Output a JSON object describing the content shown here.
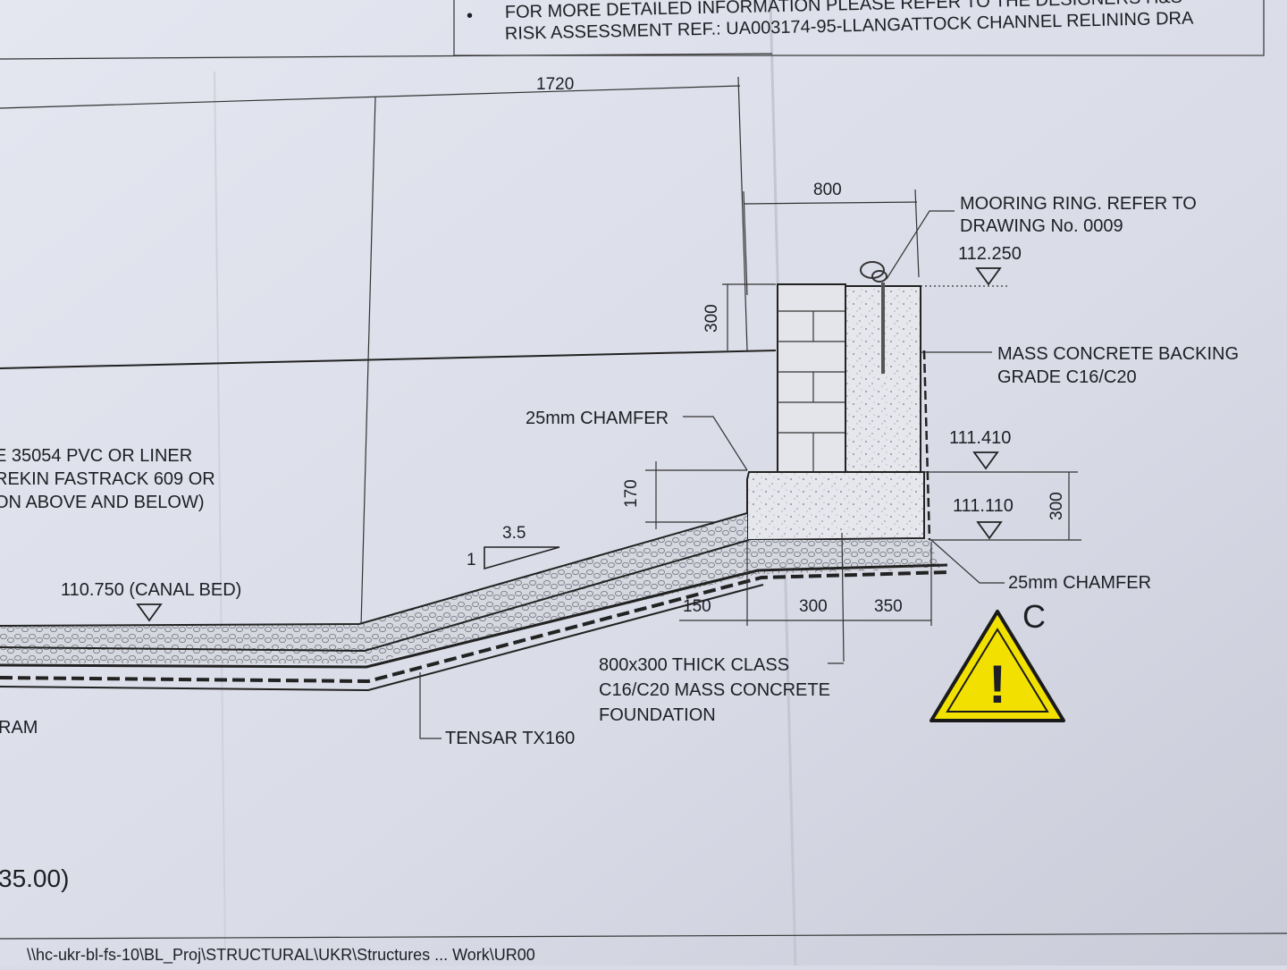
{
  "notes": {
    "bullet": "•",
    "line1": "FOR MORE  DETAILED INFORMATION PLEASE REFER TO THE DESIGNERS H&S",
    "line2": "RISK ASSESSMENT REF.: UA003174-95-LLANGATTOCK CHANNEL RELINING DRA"
  },
  "dimensions": {
    "d1720": "1720",
    "d800": "800",
    "d300_top": "300",
    "d170": "170",
    "d300_right": "300",
    "d150": "150",
    "d300_bottom": "300",
    "d350": "350"
  },
  "levels": {
    "l112_250": "112.250",
    "l111_410": "111.410",
    "l111_110": "111.110",
    "canal_bed": "110.750 (CANAL BED)"
  },
  "labels": {
    "mooring_1": "MOORING RING. REFER TO",
    "mooring_2": "DRAWING No. 0009",
    "backing_1": "MASS CONCRETE BACKING",
    "backing_2": "GRADE C16/C20",
    "chamfer_top": "25mm CHAMFER",
    "chamfer_bottom": "25mm CHAMFER",
    "liner_1": "E 35054 PVC OR LINER",
    "liner_2": "REKIN FASTRACK 609 OR",
    "liner_3": "ON ABOVE AND BELOW)",
    "slope_run": "3.5",
    "slope_rise": "1",
    "foundation_1": "800x300 THICK CLASS",
    "foundation_2": "C16/C20 MASS CONCRETE",
    "foundation_3": "FOUNDATION",
    "tensar": "TENSAR TX160",
    "ram": "RAM",
    "scale": "35.00)",
    "section_letter": "C",
    "footer_path": "\\\\hc-ukr-bl-fs-10\\BL_Proj\\STRUCTURAL\\UKR\\Structures ... Work\\UR00"
  },
  "warning": {
    "symbol": "!",
    "icon": "warning-triangle-icon",
    "fill": "#f2e100",
    "stroke": "#1a1a1a"
  },
  "colors": {
    "paper": "#dfe1ec",
    "ink": "#1e1e24",
    "concrete": "#e9eaee"
  }
}
